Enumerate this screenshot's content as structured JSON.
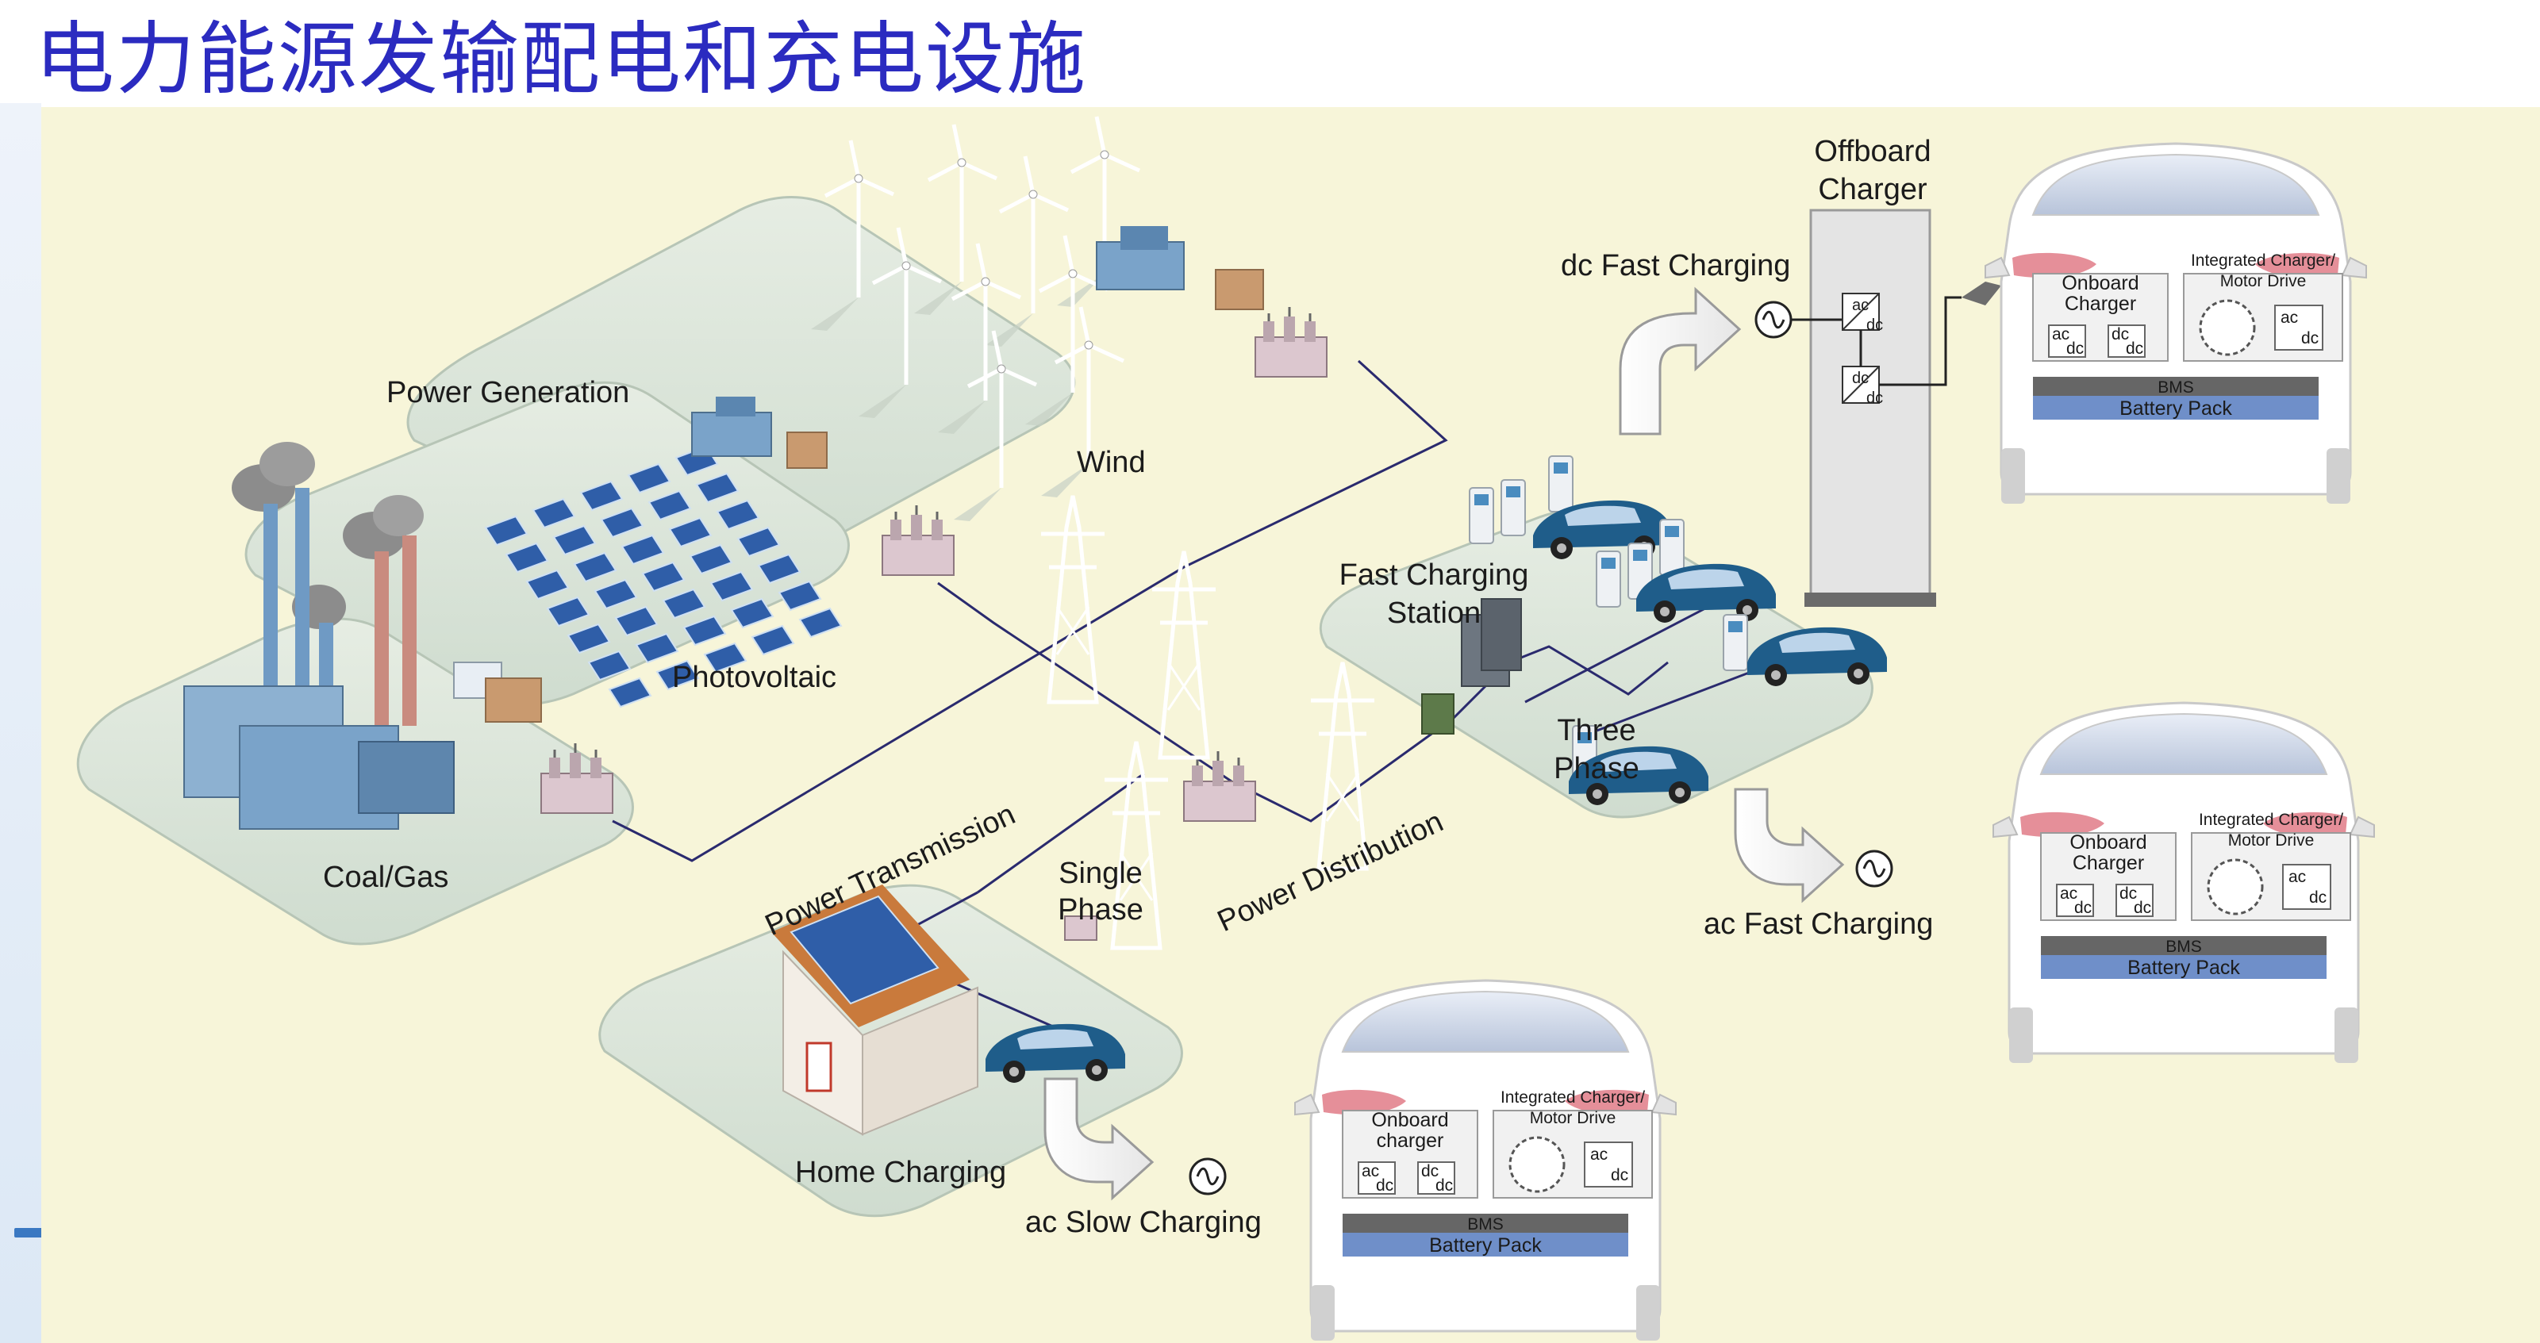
{
  "page_title": "电力能源发输配电和充电设施",
  "generation": {
    "heading": "Power Generation",
    "wind": "Wind",
    "photovoltaic": "Photovoltaic",
    "coal_gas": "Coal/Gas"
  },
  "grid": {
    "transmission": "Power Transmission",
    "distribution": "Power Distribution",
    "single_phase": [
      "Single",
      "Phase"
    ],
    "three_phase": [
      "Three",
      "Phase"
    ]
  },
  "station": {
    "fast_station": [
      "Fast Charging",
      "Station"
    ],
    "home": "Home Charging"
  },
  "charging_modes": {
    "dc_fast": "dc Fast Charging",
    "ac_fast": "ac Fast Charging",
    "ac_slow": "ac Slow Charging"
  },
  "offboard": {
    "title": [
      "Offboard",
      "Charger"
    ],
    "box1_top": "ac",
    "box1_bottom": "dc",
    "box2_top": "dc",
    "box2_bottom": "dc"
  },
  "vehicles": [
    {
      "onboard": [
        "Onboard",
        "Charger"
      ],
      "integrated": [
        "Integrated Charger/",
        "Motor Drive"
      ],
      "conv_labels": [
        "ac",
        "dc",
        "dc",
        "dc"
      ],
      "motor_conv": [
        "ac",
        "dc"
      ],
      "bms": "BMS",
      "battery": "Battery Pack"
    },
    {
      "onboard": [
        "Onboard",
        "Charger"
      ],
      "integrated": [
        "Integrated Charger/",
        "Motor Drive"
      ],
      "conv_labels": [
        "ac",
        "dc",
        "dc",
        "dc"
      ],
      "motor_conv": [
        "ac",
        "dc"
      ],
      "bms": "BMS",
      "battery": "Battery Pack"
    },
    {
      "onboard": [
        "Onboard",
        "charger"
      ],
      "integrated": [
        "Integrated Charger/",
        "Motor Drive"
      ],
      "conv_labels": [
        "ac",
        "dc",
        "dc",
        "dc"
      ],
      "motor_conv": [
        "ac",
        "dc"
      ],
      "bms": "BMS",
      "battery": "Battery Pack"
    }
  ],
  "colors": {
    "title": "#2b2bc0",
    "background": "#f7f5d9",
    "platform": "#d9e4d8",
    "grid_line": "#2a2a6e",
    "battery": "#6f8fc9",
    "bms": "#666666",
    "car_body": "#ffffff",
    "taillight": "#e58f99",
    "ev_blue": "#1f5d8a"
  }
}
